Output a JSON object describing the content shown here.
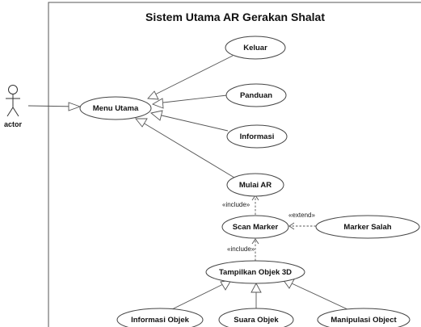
{
  "diagram": {
    "title": "Sistem Utama AR Gerakan Shalat",
    "actor": "actor",
    "use_cases": {
      "keluar": "Keluar",
      "menu_utama": "Menu Utama",
      "panduan": "Panduan",
      "informasi": "Informasi",
      "mulai_ar": "Mulai AR",
      "scan_marker": "Scan Marker",
      "marker_salah": "Marker Salah",
      "tampilkan_objek_3d": "Tampilkan Objek 3D",
      "informasi_objek": "Informasi Objek",
      "suara_objek": "Suara Objek",
      "manipulasi_object": "Manipulasi Object"
    },
    "stereotypes": {
      "include_1": "«include»",
      "include_2": "«include»",
      "extend": "«extend»"
    }
  }
}
